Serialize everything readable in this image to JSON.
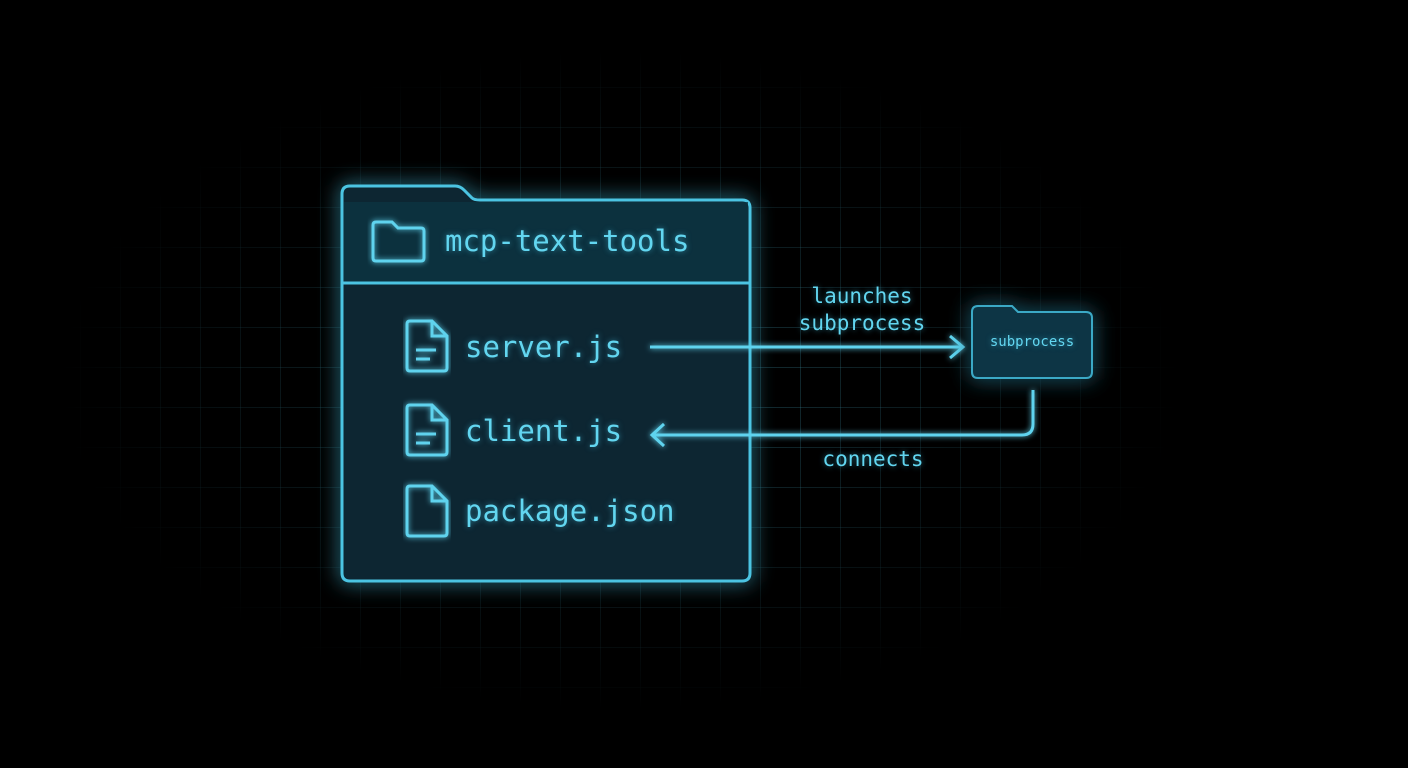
{
  "folder": {
    "name": "mcp-text-tools",
    "icon": "folder-icon",
    "files": [
      {
        "name": "server.js",
        "icon": "text-file-icon"
      },
      {
        "name": "client.js",
        "icon": "text-file-icon"
      },
      {
        "name": "package.json",
        "icon": "file-icon"
      }
    ]
  },
  "subprocess_box": {
    "label": "subprocess"
  },
  "edges": {
    "launch_label_line1": "launches",
    "launch_label_line2": "subprocess",
    "connect_label": "connects"
  },
  "colors": {
    "accent": "#5fd3ee",
    "panel": "#0b2d38",
    "background": "#000000"
  }
}
